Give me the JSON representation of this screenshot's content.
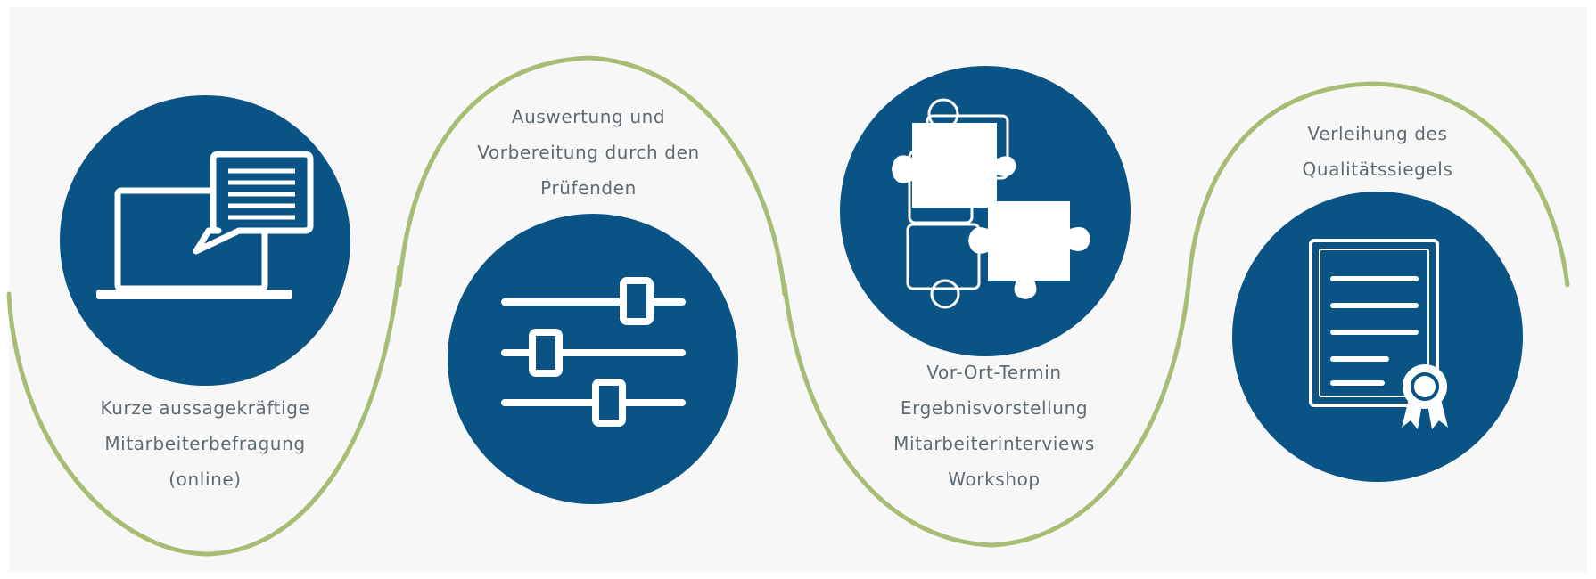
{
  "colors": {
    "background": "#f7f7f7",
    "circle_blue": "#0a5485",
    "outline_green": "#a6bd73",
    "icon_white": "#ffffff",
    "text_gray": "#5e6a72"
  },
  "steps": [
    {
      "icon": "laptop-chat-icon",
      "lines": [
        "Kurze aussagekräftige",
        "Mitarbeiterbefragung",
        "(online)"
      ]
    },
    {
      "icon": "sliders-icon",
      "lines": [
        "Auswertung und",
        "Vorbereitung durch den",
        "Prüfenden"
      ]
    },
    {
      "icon": "puzzle-icon",
      "lines": [
        "Vor-Ort-Termin",
        "Ergebnisvorstellung",
        "Mitarbeiterinterviews",
        "Workshop"
      ]
    },
    {
      "icon": "certificate-icon",
      "lines": [
        "Verleihung des",
        "Qualitätssiegels"
      ]
    }
  ]
}
